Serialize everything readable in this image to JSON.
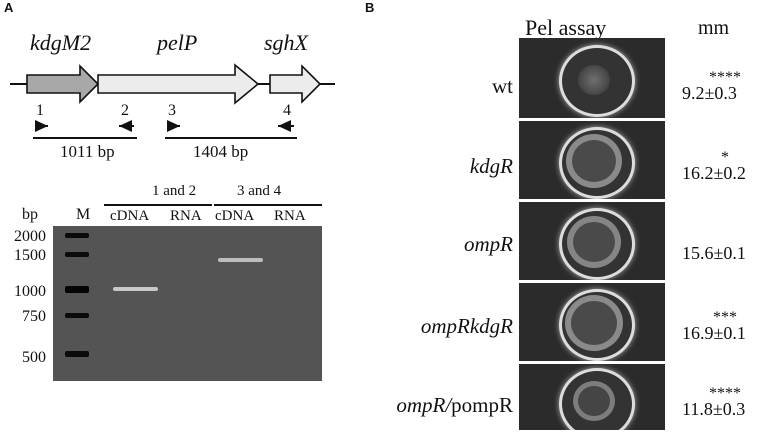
{
  "panelA": {
    "letter": "A",
    "genes": [
      "kdgM2",
      "pelP",
      "sghX"
    ],
    "primers": [
      "1",
      "2",
      "3",
      "4"
    ],
    "products": [
      "1011 bp",
      "1404 bp"
    ],
    "bp_label": "bp",
    "marker_label": "M",
    "groups": [
      "1 and 2",
      "3 and 4"
    ],
    "lanes": [
      "cDNA",
      "RNA",
      "cDNA",
      "RNA"
    ],
    "ladder": [
      "2000",
      "1500",
      "1000",
      "750",
      "500"
    ]
  },
  "panelB": {
    "letter": "B",
    "assay_title": "Pel assay",
    "unit": "mm",
    "rows": [
      {
        "strain_italic": "",
        "strain_plain": "wt",
        "stars": "****",
        "value": "9.2±0.3",
        "halo": 0.35
      },
      {
        "strain_italic": "kdgR",
        "strain_plain": "",
        "stars": "*",
        "value": "16.2±0.2",
        "halo": 0.85
      },
      {
        "strain_italic": "ompR",
        "strain_plain": "",
        "stars": "",
        "value": "15.6±0.1",
        "halo": 0.8
      },
      {
        "strain_italic": "ompRkdgR",
        "strain_plain": "",
        "stars": "***",
        "value": "16.9±0.1",
        "halo": 0.9
      },
      {
        "strain_italic": "ompR/",
        "strain_plain": "pompR",
        "stars": "****",
        "value": "11.8±0.3",
        "halo": 0.55
      }
    ]
  }
}
